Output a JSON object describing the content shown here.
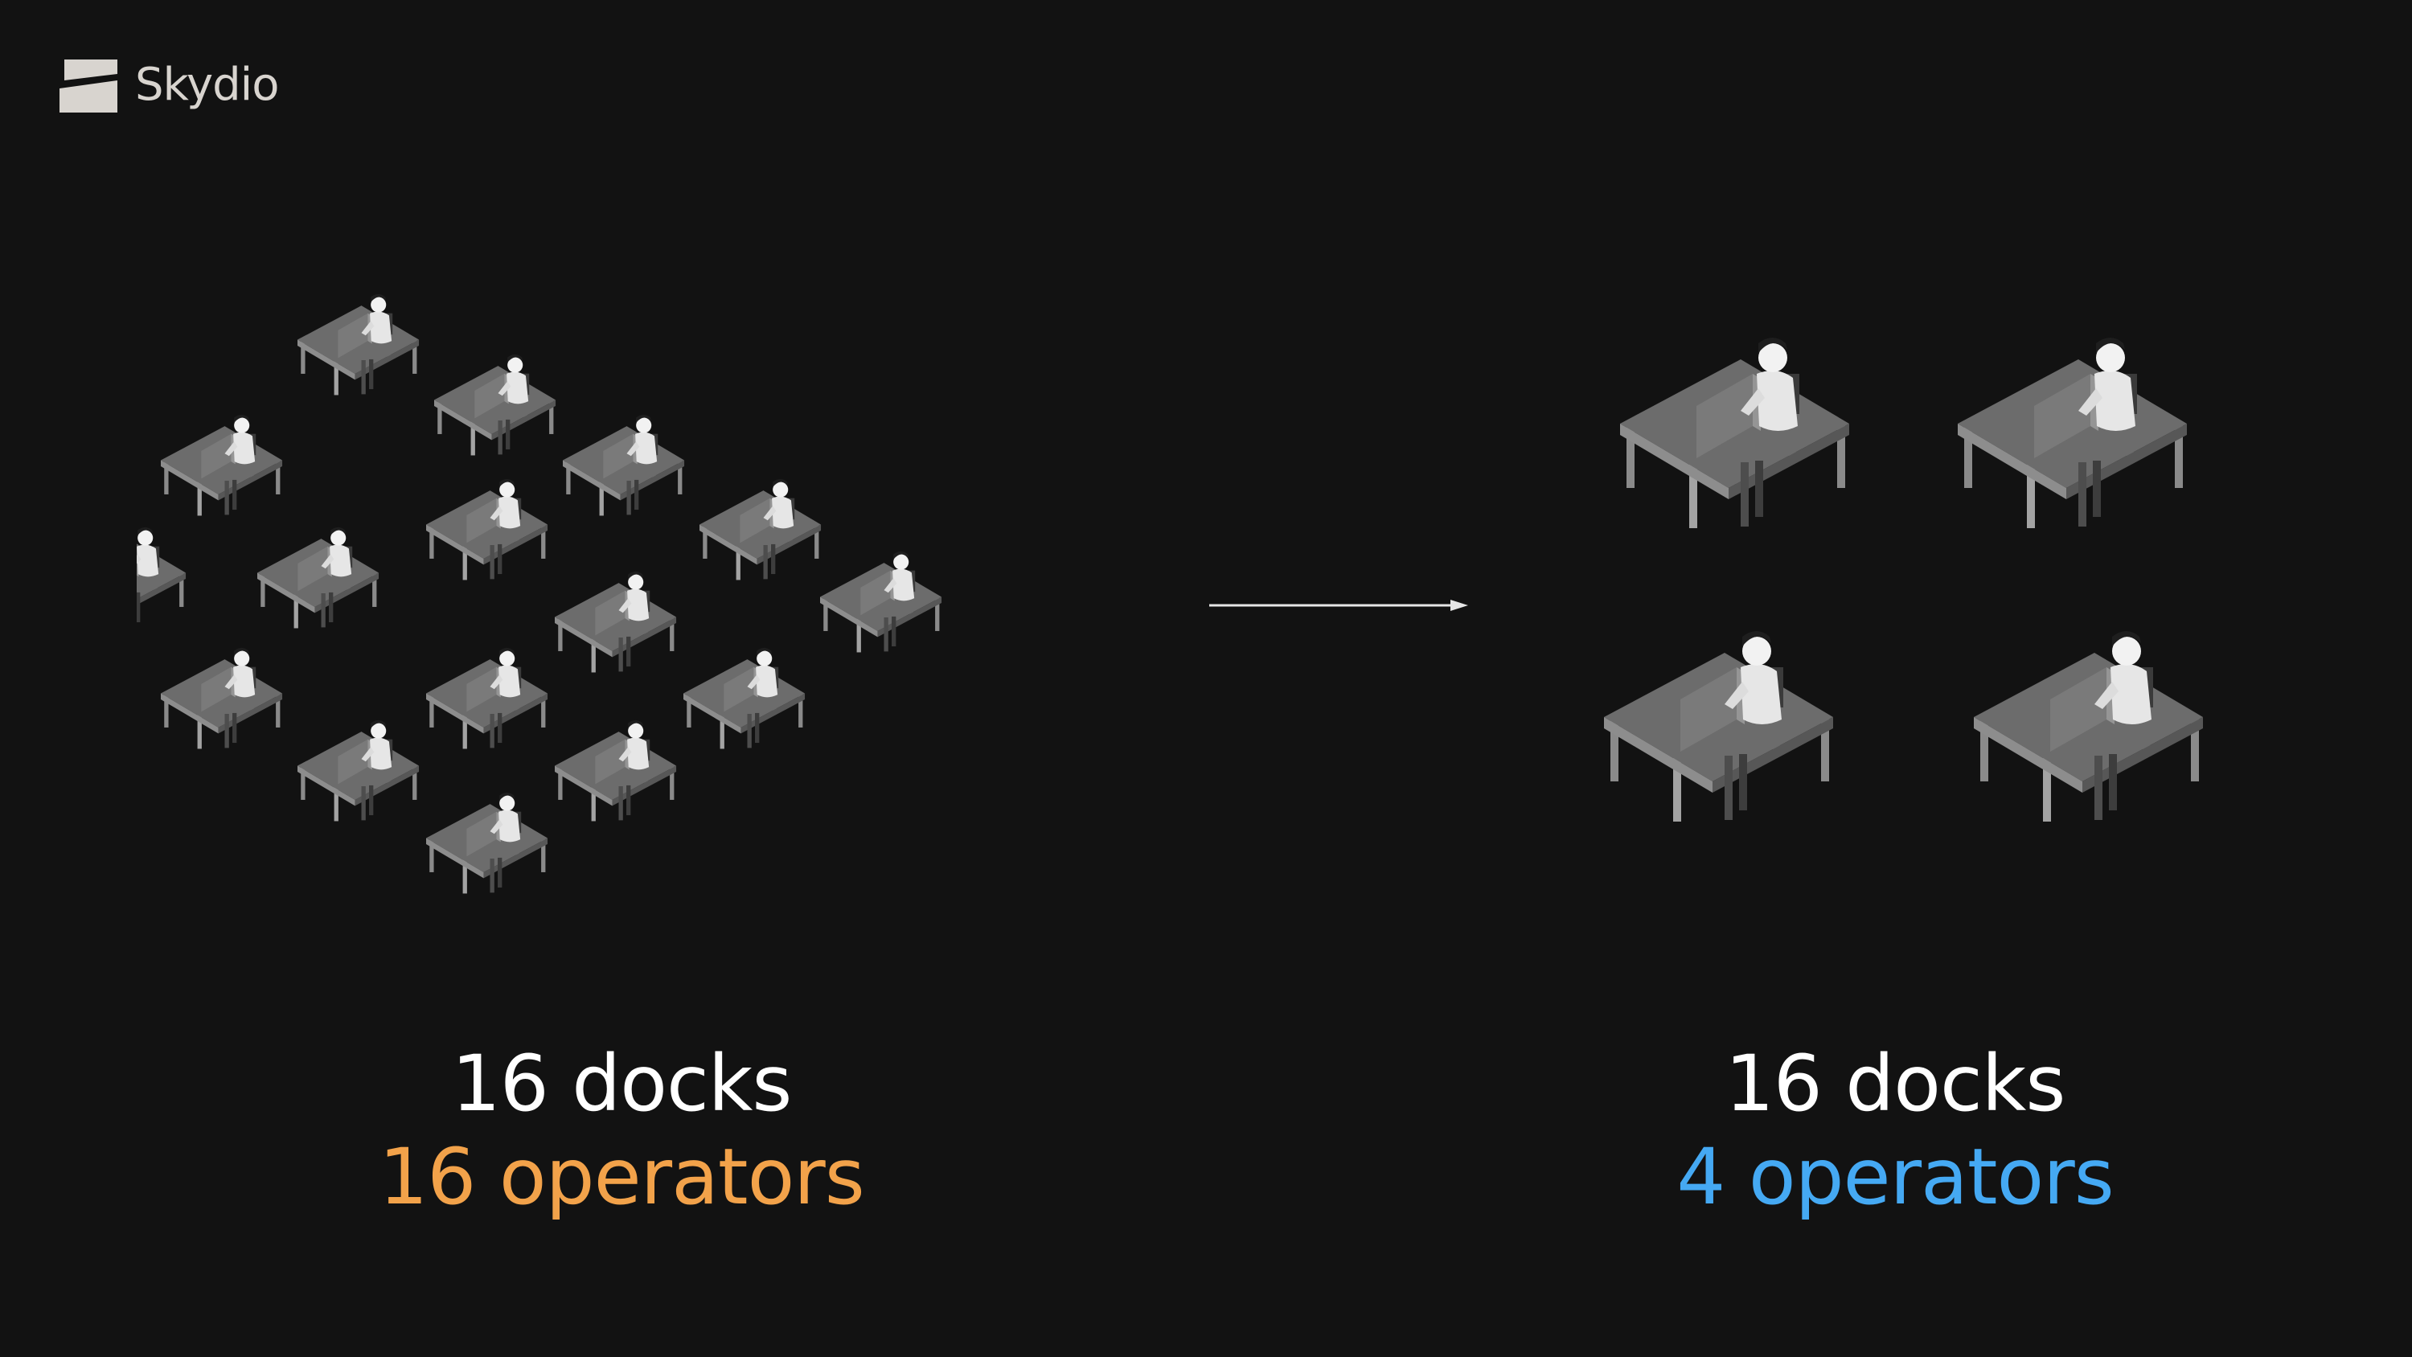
{
  "brand": {
    "name": "Skydio",
    "logo_icon": "skydio-mark-icon",
    "logo_color": "#d8d4cf"
  },
  "background_color": "#121212",
  "left_panel": {
    "docks_label": "16 docks",
    "operators_label": "16 operators",
    "operators_color": "#f2a24a",
    "workstation_count": 16,
    "illustration_icon": "operator-workstations-icon"
  },
  "right_panel": {
    "docks_label": "16 docks",
    "operators_label": "4 operators",
    "operators_color": "#45a9f3",
    "workstation_count": 4,
    "illustration_icon": "operator-workstations-icon"
  },
  "transition": {
    "icon": "arrow-right-icon"
  }
}
